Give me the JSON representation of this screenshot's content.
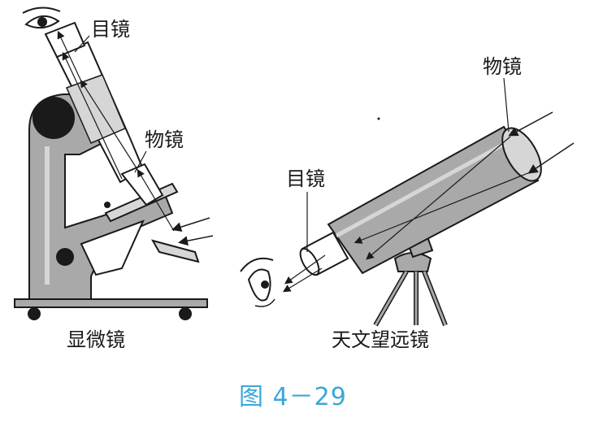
{
  "microscope": {
    "eyepiece_label": "目镜",
    "objective_label": "物镜",
    "caption": "显微镜"
  },
  "telescope": {
    "objective_label": "物镜",
    "eyepiece_label": "目镜",
    "caption": "天文望远镜"
  },
  "figure_caption": "图 4－29",
  "colors": {
    "ink": "#1a1a1a",
    "metal": "#a9a9a9",
    "metal_light": "#d6d6d6",
    "caption": "#3aa7d8"
  }
}
